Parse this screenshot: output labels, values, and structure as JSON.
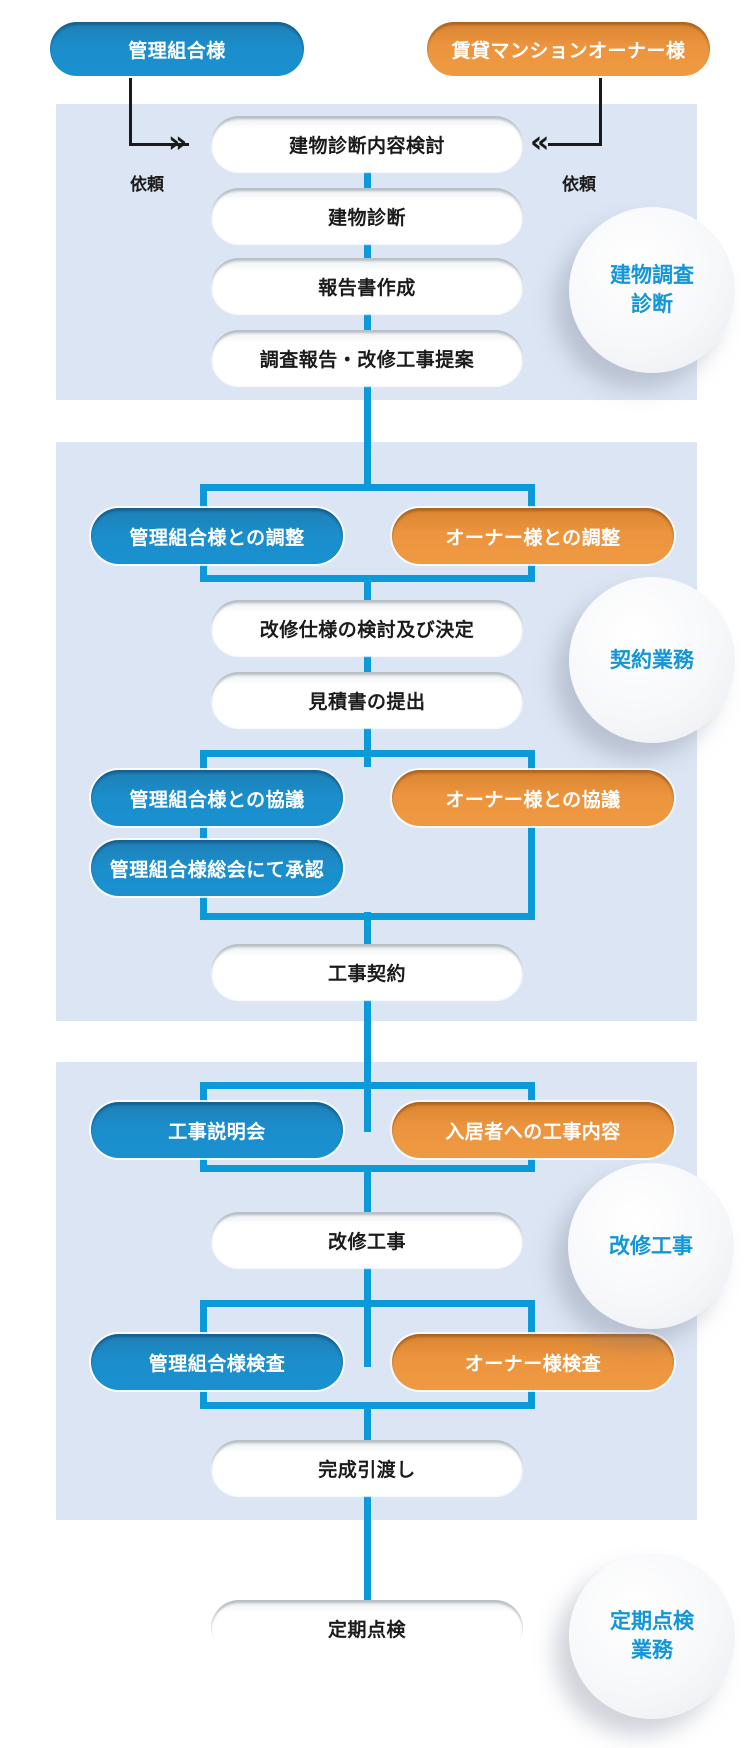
{
  "header": {
    "left_client": "管理組合様",
    "right_client": "賃貸マンションオーナー様",
    "request_left": "依頼",
    "request_right": "依頼"
  },
  "sections": [
    {
      "title_lines": [
        "建物調査",
        "診断"
      ],
      "steps": [
        "建物診断内容検討",
        "建物診断",
        "報告書作成",
        "調査報告・改修工事提案"
      ]
    },
    {
      "title_lines": [
        "契約業務"
      ],
      "split1": {
        "left": "管理組合様との調整",
        "right": "オーナー様との調整"
      },
      "steps": [
        "改修仕様の検討及び決定",
        "見積書の提出"
      ],
      "split2": {
        "left": "管理組合様との協議",
        "left2": "管理組合様総会にて承認",
        "right": "オーナー様との協議"
      },
      "final_step": "工事契約"
    },
    {
      "title_lines": [
        "改修工事"
      ],
      "split1": {
        "left": "工事説明会",
        "right": "入居者への工事内容"
      },
      "steps": [
        "改修工事"
      ],
      "split2": {
        "left": "管理組合様検査",
        "right": "オーナー様検査"
      },
      "final_step": "完成引渡し"
    },
    {
      "title_lines": [
        "定期点検",
        "業務"
      ],
      "steps": [
        "定期点検"
      ]
    }
  ],
  "colors": {
    "accent_blue": "#1a8fcd",
    "accent_orange": "#ec943e",
    "connector": "#0a9ad9",
    "panel_bg": "#dce5f3",
    "circle_text": "#1496d6"
  }
}
